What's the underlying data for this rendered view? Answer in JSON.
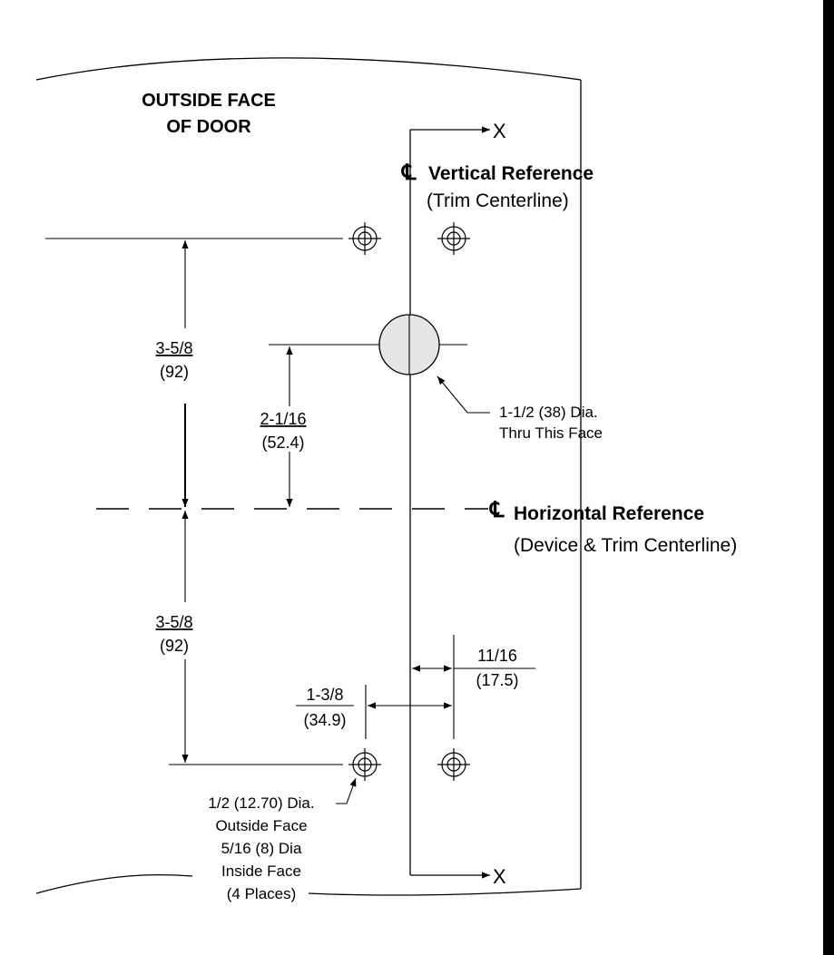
{
  "door": {
    "title_line1": "OUTSIDE FACE",
    "title_line2": "OF DOOR"
  },
  "vertical_reference": {
    "symbol": "℄",
    "title": "Vertical Reference",
    "subtitle": "(Trim Centerline)",
    "x_marker_top": "X",
    "x_marker_bottom": "X"
  },
  "horizontal_reference": {
    "symbol": "℄",
    "title": "Horizontal Reference",
    "subtitle": "(Device & Trim Centerline)"
  },
  "dimensions": {
    "upper_span": {
      "fraction": "3-5/8",
      "metric": "(92)"
    },
    "hole_offset": {
      "fraction": "2-1/16",
      "metric": "(52.4)"
    },
    "lower_span": {
      "fraction": "3-5/8",
      "metric": "(92)"
    },
    "left_offset": {
      "fraction": "1-3/8",
      "metric": "(34.9)"
    },
    "right_offset": {
      "fraction": "11/16",
      "metric": "(17.5)"
    }
  },
  "callouts": {
    "large_hole": {
      "line1": "1-1/2 (38) Dia.",
      "line2": "Thru This Face"
    },
    "small_holes": {
      "line1": "1/2 (12.70) Dia.",
      "line2": "Outside Face",
      "line3": "5/16 (8) Dia",
      "line4": "Inside Face",
      "line5": "(4 Places)"
    }
  }
}
